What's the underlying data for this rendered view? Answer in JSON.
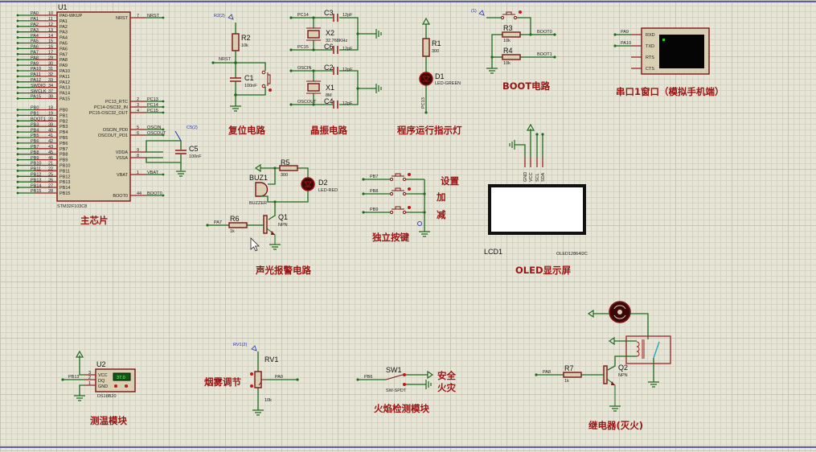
{
  "colors": {
    "wire": "#1f6a1f",
    "component": "#9b2323",
    "title": "#9a1414",
    "probe": "#2233aa"
  },
  "u1": {
    "ref": "U1",
    "part": "STM32F103C8",
    "title": "主芯片",
    "left_pins": [
      {
        "net": "PA0",
        "num": "10",
        "name": "PA0-WKUP"
      },
      {
        "net": "PA1",
        "num": "11",
        "name": "PA1"
      },
      {
        "net": "PA2",
        "num": "12",
        "name": "PA2"
      },
      {
        "net": "PA3",
        "num": "13",
        "name": "PA3"
      },
      {
        "net": "PA4",
        "num": "14",
        "name": "PA4"
      },
      {
        "net": "PA5",
        "num": "15",
        "name": "PA5"
      },
      {
        "net": "PA6",
        "num": "16",
        "name": "PA6"
      },
      {
        "net": "PA7",
        "num": "17",
        "name": "PA7"
      },
      {
        "net": "PA8",
        "num": "29",
        "name": "PA8"
      },
      {
        "net": "PA9",
        "num": "30",
        "name": "PA9"
      },
      {
        "net": "PA10",
        "num": "31",
        "name": "PA10"
      },
      {
        "net": "PA11",
        "num": "32",
        "name": "PA11"
      },
      {
        "net": "PA12",
        "num": "33",
        "name": "PA12"
      },
      {
        "net": "SWDIO",
        "num": "34",
        "name": "PA13"
      },
      {
        "net": "SWCLK",
        "num": "37",
        "name": "PA14"
      },
      {
        "net": "PA15",
        "num": "38",
        "name": "PA15"
      },
      {
        "net": "PB0",
        "num": "18",
        "name": "PB0"
      },
      {
        "net": "PB1",
        "num": "19",
        "name": "PB1"
      },
      {
        "net": "BOOT1",
        "num": "20",
        "name": "PB2"
      },
      {
        "net": "PB3",
        "num": "39",
        "name": "PB3"
      },
      {
        "net": "PB4",
        "num": "40",
        "name": "PB4"
      },
      {
        "net": "PB5",
        "num": "41",
        "name": "PB5"
      },
      {
        "net": "PB6",
        "num": "42",
        "name": "PB6"
      },
      {
        "net": "PB7",
        "num": "43",
        "name": "PB7"
      },
      {
        "net": "PB8",
        "num": "45",
        "name": "PB8"
      },
      {
        "net": "PB9",
        "num": "46",
        "name": "PB9"
      },
      {
        "net": "PB10",
        "num": "21",
        "name": "PB10"
      },
      {
        "net": "PB11",
        "num": "22",
        "name": "PB11"
      },
      {
        "net": "PB12",
        "num": "25",
        "name": "PB12"
      },
      {
        "net": "PB13",
        "num": "26",
        "name": "PB13"
      },
      {
        "net": "PB14",
        "num": "27",
        "name": "PB14"
      },
      {
        "net": "PB15",
        "num": "28",
        "name": "PB15"
      }
    ],
    "right_pins": [
      {
        "net": "NRST",
        "num": "7",
        "name": "NRST"
      },
      {
        "net": "PC13",
        "num": "2",
        "name": "PC13_RTC"
      },
      {
        "net": "PC14",
        "num": "3",
        "name": "PC14-OSC32_IN"
      },
      {
        "net": "PC15",
        "num": "4",
        "name": "PC15-OSC32_OUT"
      },
      {
        "net": "OSCIN",
        "num": "5",
        "name": "OSCIN_PD0"
      },
      {
        "net": "OSCOUT",
        "num": "6",
        "name": "OSCOUT_PD1"
      },
      {
        "net": "",
        "num": "9",
        "name": "VDDA"
      },
      {
        "net": "",
        "num": "8",
        "name": "VSSA"
      },
      {
        "net": "VBAT",
        "num": "1",
        "name": "VBAT"
      },
      {
        "net": "BOOT0",
        "num": "44",
        "name": "BOOT0"
      }
    ],
    "c5": {
      "ref": "C5",
      "value": "100nF",
      "probe": "C5(2)"
    }
  },
  "reset": {
    "title": "复位电路",
    "probe": "R2(2)",
    "r_ref": "R2",
    "r_val": "10k",
    "c_ref": "C1",
    "c_val": "100nF",
    "net": "NRST"
  },
  "crystal": {
    "title": "晶振电路",
    "nets": [
      "PC14",
      "PC15",
      "OSCIN",
      "OSCOUT"
    ],
    "caps": [
      {
        "ref": "C3",
        "val": "12pF"
      },
      {
        "ref": "C6",
        "val": "12pF"
      },
      {
        "ref": "C2",
        "val": "12pF"
      },
      {
        "ref": "C4",
        "val": "12pF"
      }
    ],
    "x2": {
      "ref": "X2",
      "val": "32.768KHz"
    },
    "x1": {
      "ref": "X1",
      "val": "8M"
    }
  },
  "run_led": {
    "title": "程序运行指示灯",
    "r_ref": "R1",
    "r_val": "300",
    "d_ref": "D1",
    "d_val": "LED-GREEN",
    "net": "PC13"
  },
  "boot": {
    "title": "BOOT电路",
    "probe": "(1)",
    "r3": "R3",
    "r3v": "10k",
    "r4": "R4",
    "r4v": "10k",
    "net0": "BOOT0",
    "net1": "BOOT1"
  },
  "uart": {
    "title": "串口1窗口（模拟手机端）",
    "nets": [
      "PA9",
      "PA10"
    ],
    "pins": [
      "RXD",
      "TXD",
      "RTS",
      "CTS"
    ]
  },
  "alarm": {
    "title": "声光报警电路",
    "r5": "R5",
    "r5v": "300",
    "d2": "D2",
    "d2v": "LED-RED",
    "buz": "BUZ1",
    "buzv": "BUZZER",
    "q": "Q1",
    "qv": "NPN",
    "r6": "R6",
    "r6v": "1k",
    "net": "PA7"
  },
  "keys": {
    "title": "独立按键",
    "nets": [
      "PB7",
      "PB8",
      "PB9"
    ],
    "labels": [
      "设置",
      "加",
      "减"
    ]
  },
  "oled": {
    "title": "OLED显示屏",
    "ref": "LCD1",
    "part": "OLED12864I2C",
    "pins": [
      "GND",
      "VCC",
      "SCL",
      "SDA"
    ]
  },
  "temp": {
    "title": "测温模块",
    "ref": "U2",
    "part": "DS18B20",
    "reading": "37.0",
    "net": "PB13",
    "pins": [
      "VCC",
      "DQ",
      "GND"
    ],
    "pin_nums": [
      "3",
      "2",
      "1"
    ]
  },
  "smoke": {
    "title": "烟雾调节",
    "probe": "RV1(2)",
    "ref": "RV1",
    "val": "10k",
    "net": "PA0"
  },
  "flame": {
    "title": "火焰检测模块",
    "ref": "SW1",
    "part": "SW-SPDT",
    "net": "PB6",
    "labels": [
      "安全",
      "火灾"
    ]
  },
  "relay": {
    "title": "继电器(灭火)",
    "q": "Q2",
    "qv": "NPN",
    "r": "R7",
    "rv": "1k",
    "net": "PA8"
  }
}
